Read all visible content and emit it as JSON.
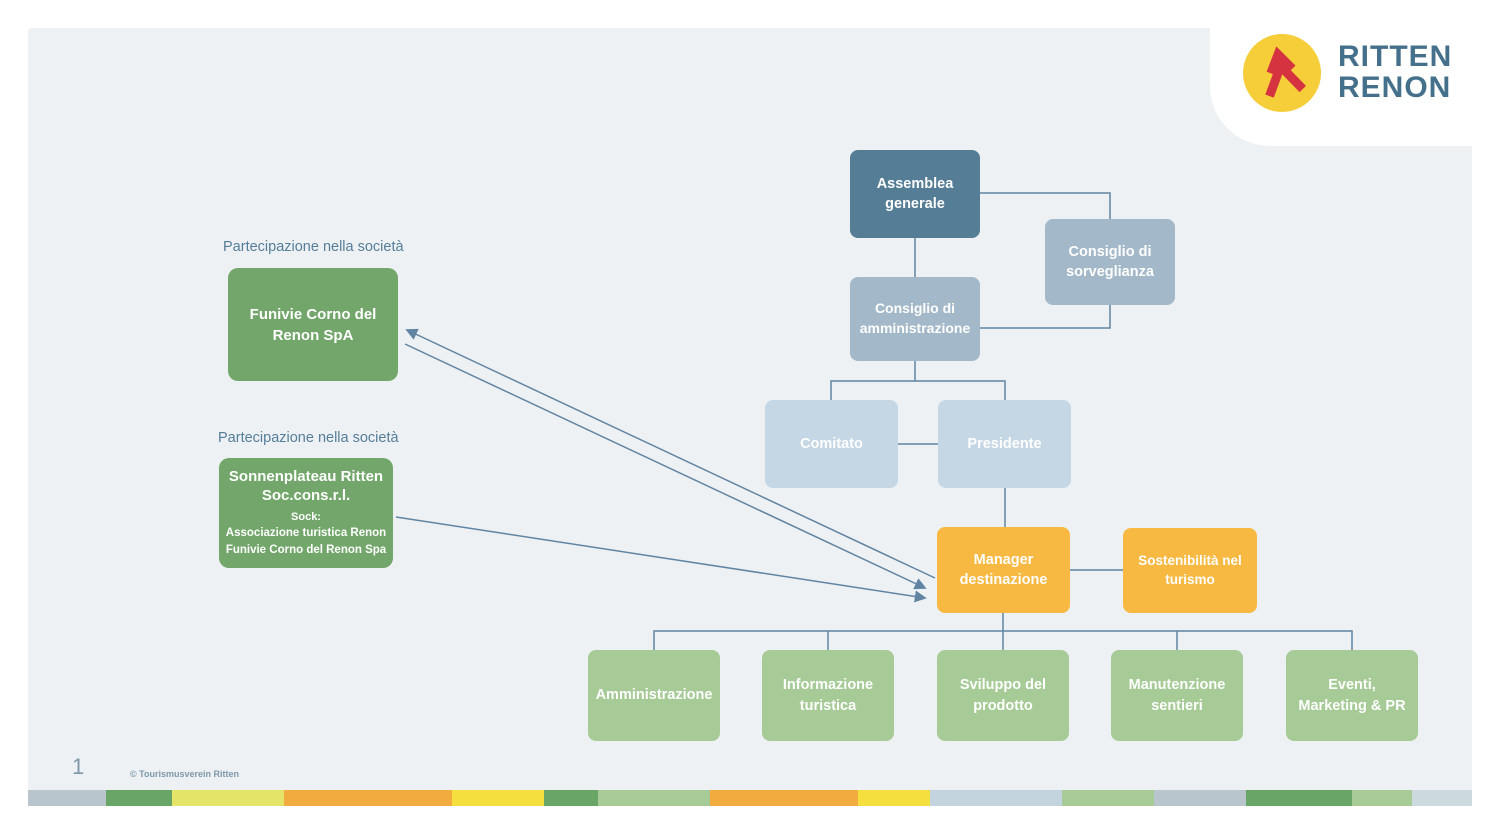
{
  "page": {
    "number": "1",
    "copyright": "© Tourismusverein Ritten"
  },
  "logo": {
    "title_line1": "RITTEN",
    "title_line2": "RENON"
  },
  "colors": {
    "page_background": "#edf1f4",
    "node_dark_blue": "#567d96",
    "node_mid_blue": "#a3b8c8",
    "node_light_blue": "#c5d7e5",
    "node_orange": "#f7b941",
    "node_light_green": "#a7cb97",
    "node_dark_green": "#73a66b",
    "connector_line": "#6084a2",
    "label_blue": "#557e99",
    "logo_yellow": "#f6ce3a",
    "logo_red": "#d5333f",
    "logo_text": "#45708b"
  },
  "participations": [
    {
      "label": "Partecipazione nella società",
      "box": {
        "title": "Funivie Corno del\nRenon SpA"
      }
    },
    {
      "label": "Partecipazione nella società",
      "box": {
        "title": "Sonnenplateau Ritten\nSoc.cons.r.l.",
        "subtitle": "Sock:",
        "members": [
          "Associazione turistica Renon",
          "Funivie Corno del Renon Spa"
        ]
      }
    }
  ],
  "org_nodes": {
    "assemblea": {
      "label": "Assemblea\ngenerale"
    },
    "sorveglianza": {
      "label": "Consiglio di\nsorveglianza"
    },
    "cda": {
      "label": "Consiglio di\namministrazione"
    },
    "comitato": {
      "label": "Comitato"
    },
    "presidente": {
      "label": "Presidente"
    },
    "manager": {
      "label": "Manager\ndestinazione"
    },
    "sostenibilita": {
      "label": "Sostenibilità nel\nturismo"
    },
    "amministrazione": {
      "label": "Amministrazione"
    },
    "informazione": {
      "label": "Informazione\nturistica"
    },
    "sviluppo": {
      "label": "Sviluppo del\nprodotto"
    },
    "manutenzione": {
      "label": "Manutenzione\nsentieri"
    },
    "eventi": {
      "label": "Eventi,\nMarketing & PR"
    }
  },
  "stripe": {
    "segments": [
      {
        "color": "#b8c5cd",
        "width": 78
      },
      {
        "color": "#69a566",
        "width": 66
      },
      {
        "color": "#e3e468",
        "width": 112
      },
      {
        "color": "#f2ab3e",
        "width": 168
      },
      {
        "color": "#f4df3f",
        "width": 92
      },
      {
        "color": "#69a566",
        "width": 54
      },
      {
        "color": "#a7cb97",
        "width": 112
      },
      {
        "color": "#f2ab3e",
        "width": 148
      },
      {
        "color": "#f4df3f",
        "width": 72
      },
      {
        "color": "#c3d4de",
        "width": 132
      },
      {
        "color": "#a7cb97",
        "width": 92
      },
      {
        "color": "#b8c5cd",
        "width": 92
      },
      {
        "color": "#69a566",
        "width": 106
      },
      {
        "color": "#a7cb97",
        "width": 60
      },
      {
        "color": "#ccd9df",
        "width": 60
      }
    ]
  }
}
